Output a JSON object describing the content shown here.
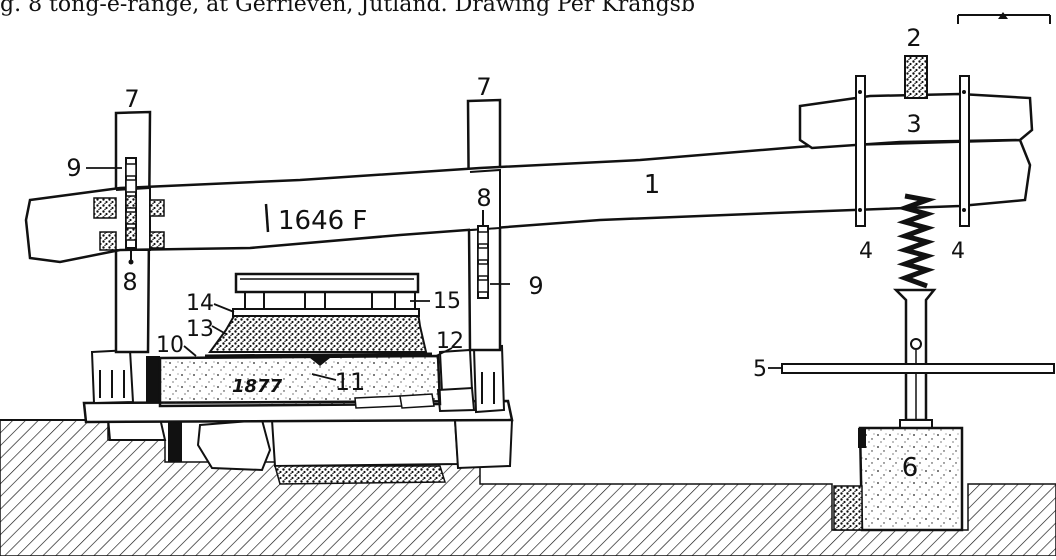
{
  "caption": "g. 8 tong-e-range, at Gerrieven, Jutland. Drawing Per Krangsb",
  "part_numbers": {
    "beam": "1",
    "screw": "2",
    "upper_block": "3",
    "strap_left": "4",
    "strap_right": "4",
    "lever_bar": "5",
    "base_stone": "6",
    "post_left": "7",
    "post_right": "7",
    "peg_left": "8",
    "peg_right": "8",
    "holes_left": "9",
    "holes_right": "9",
    "press_bed_left": "10",
    "press_bed_front": "11",
    "press_bed_right": "12",
    "cheese": "13",
    "board": "14",
    "cover": "15"
  },
  "inscriptions": {
    "beam_date": "1646 F",
    "bed_date": "1877"
  },
  "colors": {
    "ink": "#111111",
    "paper": "#ffffff"
  }
}
